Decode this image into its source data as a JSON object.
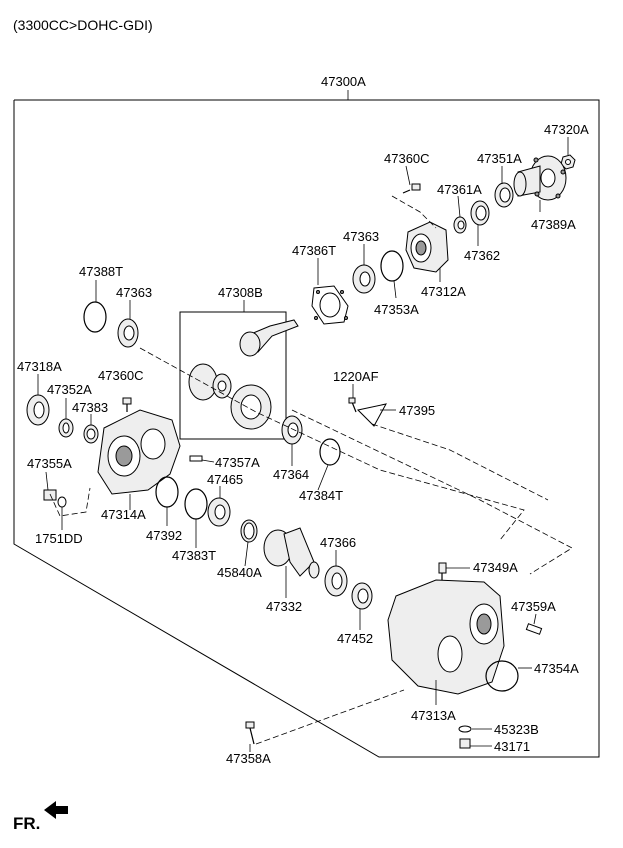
{
  "header": {
    "engine": "(3300CC>DOHC-GDI)",
    "assembly": "47300A"
  },
  "footer": {
    "direction": "FR."
  },
  "labels": {
    "p47320A": "47320A",
    "p47360C_top": "47360C",
    "p47351A": "47351A",
    "p47361A": "47361A",
    "p47389A": "47389A",
    "p47363_top": "47363",
    "p47386T": "47386T",
    "p47362": "47362",
    "p47312A": "47312A",
    "p47353A": "47353A",
    "p47388T": "47388T",
    "p47363_left": "47363",
    "p47308B": "47308B",
    "p47318A": "47318A",
    "p47352A": "47352A",
    "p47360C_left": "47360C",
    "p47383": "47383",
    "p1220AF": "1220AF",
    "p47395": "47395",
    "p47355A": "47355A",
    "p47357A": "47357A",
    "p47364": "47364",
    "p47384T": "47384T",
    "p47314A": "47314A",
    "p47465": "47465",
    "p1751DD": "1751DD",
    "p47392": "47392",
    "p47383T": "47383T",
    "p45840A": "45840A",
    "p47366": "47366",
    "p47349A": "47349A",
    "p47332": "47332",
    "p47359A": "47359A",
    "p47452": "47452",
    "p47354A": "47354A",
    "p47313A": "47313A",
    "p45323B": "45323B",
    "p43171": "43171",
    "p47358A": "47358A"
  }
}
